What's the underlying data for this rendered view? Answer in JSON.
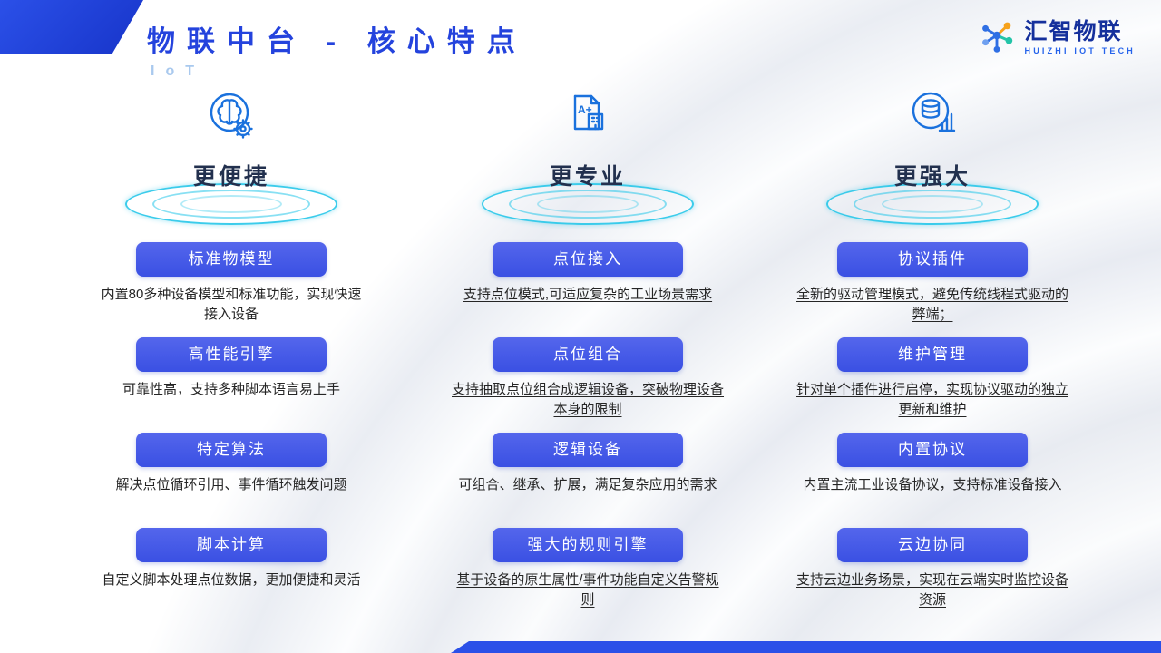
{
  "header": {
    "title": "物联中台 - 核心特点",
    "subtitle": "IoT",
    "logo": {
      "name": "汇智物联",
      "tagline": "HUIZHI IOT TECH"
    }
  },
  "columns": [
    {
      "icon": "brain-chip-icon",
      "heading": "更便捷",
      "items": [
        {
          "label": "标准物模型",
          "desc": "内置80多种设备模型和标准功能，实现快速接入设备"
        },
        {
          "label": "高性能引擎",
          "desc": "可靠性高，支持多种脚本语言易上手"
        },
        {
          "label": "特定算法",
          "desc": "解决点位循环引用、事件循环触发问题"
        },
        {
          "label": "脚本计算",
          "desc": "自定义脚本处理点位数据，更加便捷和灵活"
        }
      ]
    },
    {
      "icon": "document-report-icon",
      "heading": "更专业",
      "items": [
        {
          "label": "点位接入",
          "desc": "支持点位模式,可适应复杂的工业场景需求"
        },
        {
          "label": "点位组合",
          "desc": "支持抽取点位组合成逻辑设备，突破物理设备本身的限制"
        },
        {
          "label": "逻辑设备",
          "desc": "可组合、继承、扩展，满足复杂应用的需求"
        },
        {
          "label": "强大的规则引擎",
          "desc": "基于设备的原生属性/事件功能自定义告警规则"
        }
      ]
    },
    {
      "icon": "database-chart-icon",
      "heading": "更强大",
      "items": [
        {
          "label": "协议插件",
          "desc": "全新的驱动管理模式，避免传统线程式驱动的弊端；"
        },
        {
          "label": "维护管理",
          "desc": "针对单个插件进行启停，实现协议驱动的独立更新和维护"
        },
        {
          "label": "内置协议",
          "desc": "内置主流工业设备协议，支持标准设备接入"
        },
        {
          "label": "云边协同",
          "desc": "支持云边业务场景，实现在云端实时监控设备资源"
        }
      ]
    }
  ],
  "colors": {
    "accent_blue": "#2b50e8",
    "title_blue": "#2443dd",
    "ring_cyan": "#26c6e9",
    "pill_blue": "#4358e6",
    "logo_navy": "#15309c"
  }
}
